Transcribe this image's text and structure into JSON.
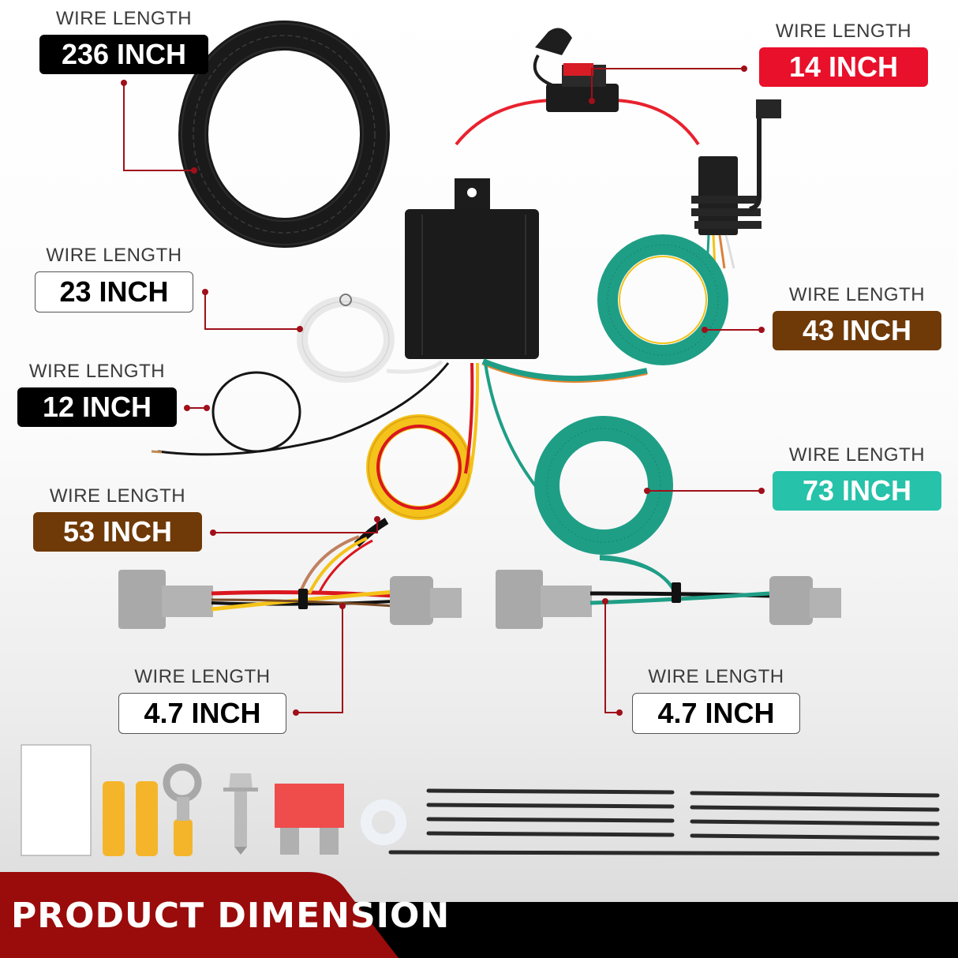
{
  "image_title": "PRODUCT DIMENSION",
  "caption_common": "WIRE LENGTH",
  "labels": [
    {
      "id": "black-coil",
      "caption": "WIRE LENGTH",
      "value": "236 INCH",
      "style": "black",
      "badge_color": "#000000"
    },
    {
      "id": "fuse-wire",
      "caption": "WIRE LENGTH",
      "value": "14 INCH",
      "style": "red",
      "badge_color": "#e8102a"
    },
    {
      "id": "white-wire",
      "caption": "WIRE LENGTH",
      "value": "23 INCH",
      "style": "white",
      "badge_color": "#ffffff"
    },
    {
      "id": "4-flat-harness",
      "caption": "WIRE LENGTH",
      "value": "43 INCH",
      "style": "brown",
      "badge_color": "#6f3a08"
    },
    {
      "id": "ground-wire",
      "caption": "WIRE LENGTH",
      "value": "12 INCH",
      "style": "black",
      "badge_color": "#000000"
    },
    {
      "id": "green-coil",
      "caption": "WIRE LENGTH",
      "value": "73 INCH",
      "style": "teal",
      "badge_color": "#26c2aa"
    },
    {
      "id": "yellow-red-coil",
      "caption": "WIRE LENGTH",
      "value": "53 INCH",
      "style": "brown",
      "badge_color": "#6f3a08"
    },
    {
      "id": "left-connector-lead",
      "caption": "WIRE LENGTH",
      "value": "4.7 INCH",
      "style": "white",
      "badge_color": "#ffffff"
    },
    {
      "id": "right-connector-lead",
      "caption": "WIRE LENGTH",
      "value": "4.7 INCH",
      "style": "white",
      "badge_color": "#ffffff"
    }
  ],
  "components": {
    "converter_box": "black-converter-module",
    "fuse_holder": "inline-fuse-holder",
    "connector_4pin": "4-way-flat-connector",
    "plug_connectors": [
      "left-oem-plug-pair",
      "right-oem-plug-pair"
    ]
  },
  "accessories": [
    {
      "name": "alcohol-pad",
      "count": 1
    },
    {
      "name": "butt-connector",
      "count": 2
    },
    {
      "name": "ring-terminal",
      "count": 1
    },
    {
      "name": "self-tapping-screw",
      "count": 1
    },
    {
      "name": "blade-fuse",
      "count": 1
    },
    {
      "name": "washer",
      "count": 1
    },
    {
      "name": "cable-tie-short",
      "count": 8
    },
    {
      "name": "cable-tie-long",
      "count": 1
    }
  ],
  "colors": {
    "leader_line": "#a0101a",
    "footer_red": "#9a0b0b",
    "footer_black": "#000000",
    "wire_teal": "#1f9e86",
    "wire_yellow": "#f4c21a",
    "wire_red": "#d9161f",
    "connector_gray": "#a9a9a9"
  }
}
